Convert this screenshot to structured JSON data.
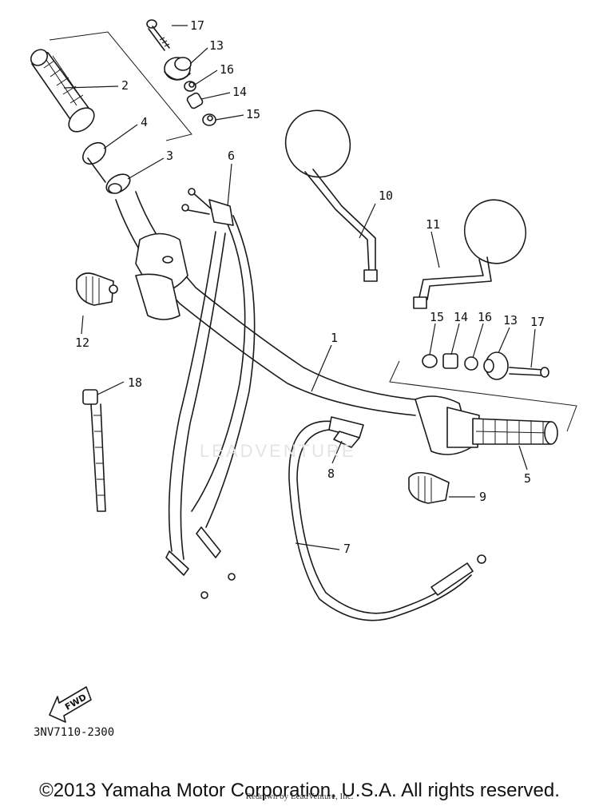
{
  "diagram": {
    "drawing_code": "3NV7110-2300",
    "fwd_label": "FWD",
    "watermark": "LEADVENTURE",
    "copyright": "©2013 Yamaha Motor Corporation, U.S.A. All rights reserved.",
    "redraw_note": "Redrawn by LeadVenture, Inc.",
    "callouts": [
      {
        "id": "c17a",
        "label": "17"
      },
      {
        "id": "c13a",
        "label": "13"
      },
      {
        "id": "c16a",
        "label": "16"
      },
      {
        "id": "c14a",
        "label": "14"
      },
      {
        "id": "c15a",
        "label": "15"
      },
      {
        "id": "c2",
        "label": "2"
      },
      {
        "id": "c4",
        "label": "4"
      },
      {
        "id": "c3",
        "label": "3"
      },
      {
        "id": "c6",
        "label": "6"
      },
      {
        "id": "c10",
        "label": "10"
      },
      {
        "id": "c11",
        "label": "11"
      },
      {
        "id": "c12",
        "label": "12"
      },
      {
        "id": "c1",
        "label": "1"
      },
      {
        "id": "c15b",
        "label": "15"
      },
      {
        "id": "c14b",
        "label": "14"
      },
      {
        "id": "c16b",
        "label": "16"
      },
      {
        "id": "c13b",
        "label": "13"
      },
      {
        "id": "c17b",
        "label": "17"
      },
      {
        "id": "c18",
        "label": "18"
      },
      {
        "id": "c8",
        "label": "8"
      },
      {
        "id": "c5",
        "label": "5"
      },
      {
        "id": "c9",
        "label": "9"
      },
      {
        "id": "c7",
        "label": "7"
      }
    ]
  }
}
